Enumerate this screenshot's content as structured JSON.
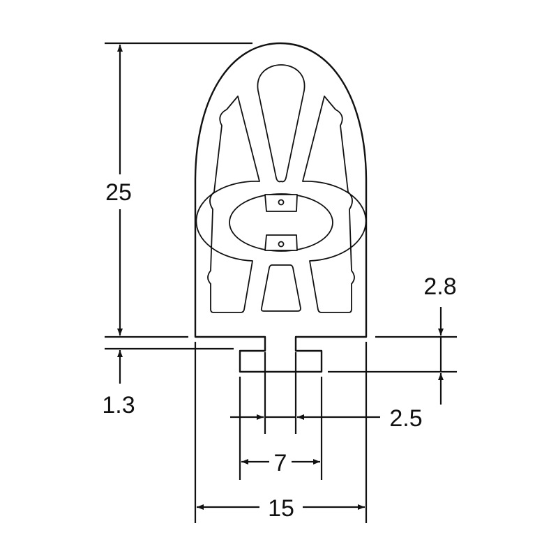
{
  "diagram": {
    "type": "profile cross-section with dimensions",
    "dimensions": {
      "height": "25",
      "lip_height": "1.3",
      "foot_height": "2.8",
      "stem_width": "2.5",
      "foot_width": "7",
      "total_width": "15"
    }
  }
}
